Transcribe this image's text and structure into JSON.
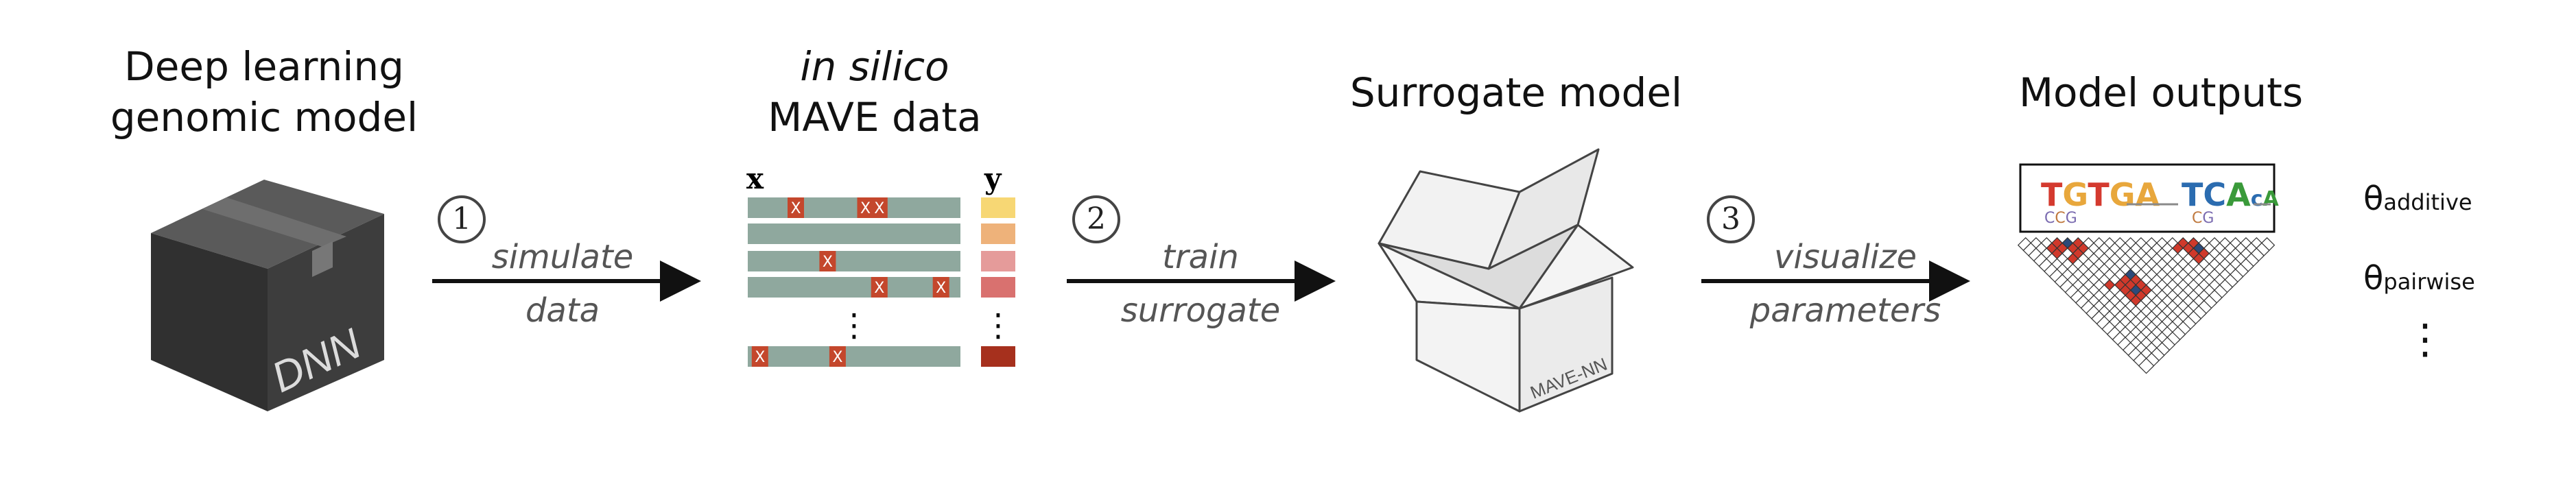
{
  "titles": {
    "dnn_line1": "Deep learning",
    "dnn_line2": "genomic model",
    "mave_line1": "in silico",
    "mave_line2": "MAVE data",
    "surrogate": "Surrogate model",
    "outputs": "Model outputs"
  },
  "steps": [
    {
      "number": "1",
      "line1": "simulate",
      "line2": "data"
    },
    {
      "number": "2",
      "line1": "train",
      "line2": "surrogate"
    },
    {
      "number": "3",
      "line1": "visualize",
      "line2": "parameters"
    }
  ],
  "dnn_box_label": "DNN",
  "mave_nn_label": "MAVE-NN",
  "mave_axes": {
    "x": "x",
    "y": "y"
  },
  "ellipsis": "⋮",
  "theta_symbol": "θ",
  "theta_additive": "additive",
  "theta_pairwise": "pairwise",
  "logo_text": "TGTGA TCAcA",
  "colors": {
    "dnn_dark": "#3a3a3a",
    "seq_bar": "#8fa89e",
    "mutation": "#c4472c",
    "y_values": [
      "#f7d774",
      "#eeb27a",
      "#e59b9a",
      "#d9716f",
      "#a6301d"
    ],
    "pairwise_red": "#d0392b",
    "pairwise_blue": "#2c4a7a"
  }
}
